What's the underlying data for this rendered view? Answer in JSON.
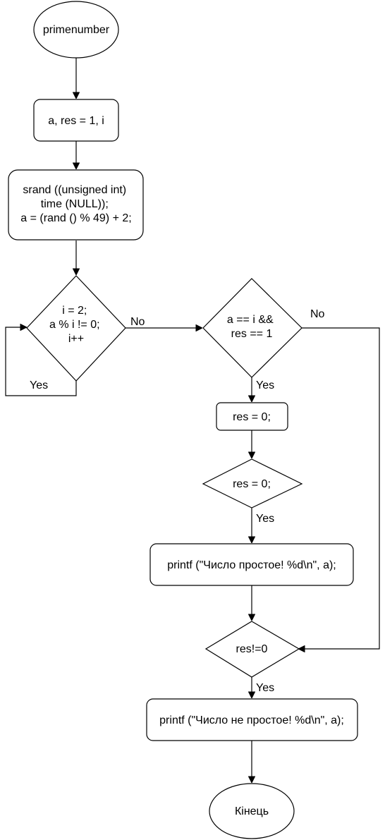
{
  "nodes": {
    "start": "primenumber",
    "declare": "a, res = 1, i",
    "init": [
      "srand ((unsigned int)",
      "time (NULL));",
      "a = (rand () % 49) + 2;"
    ],
    "loop": [
      "i = 2;",
      "a % i != 0;",
      "i++"
    ],
    "check_prime": [
      "a == i &&",
      "res == 1"
    ],
    "reset_res": "res = 0;",
    "check_res_zero": "res = 0;",
    "print_prime": "printf (\"Число простое! %d\\n\", a);",
    "check_res_not_zero": "res!=0",
    "print_not_prime": "printf (\"Число не простое! %d\\n\", a);",
    "end": "Кінець"
  },
  "edge_labels": {
    "loop_yes": "Yes",
    "loop_no": "No",
    "check_prime_yes": "Yes",
    "check_prime_no": "No",
    "check_res_zero_yes": "Yes",
    "check_res_not_zero_yes": "Yes"
  },
  "colors": {
    "stroke": "#000000",
    "fill": "#ffffff",
    "text": "#000000"
  }
}
